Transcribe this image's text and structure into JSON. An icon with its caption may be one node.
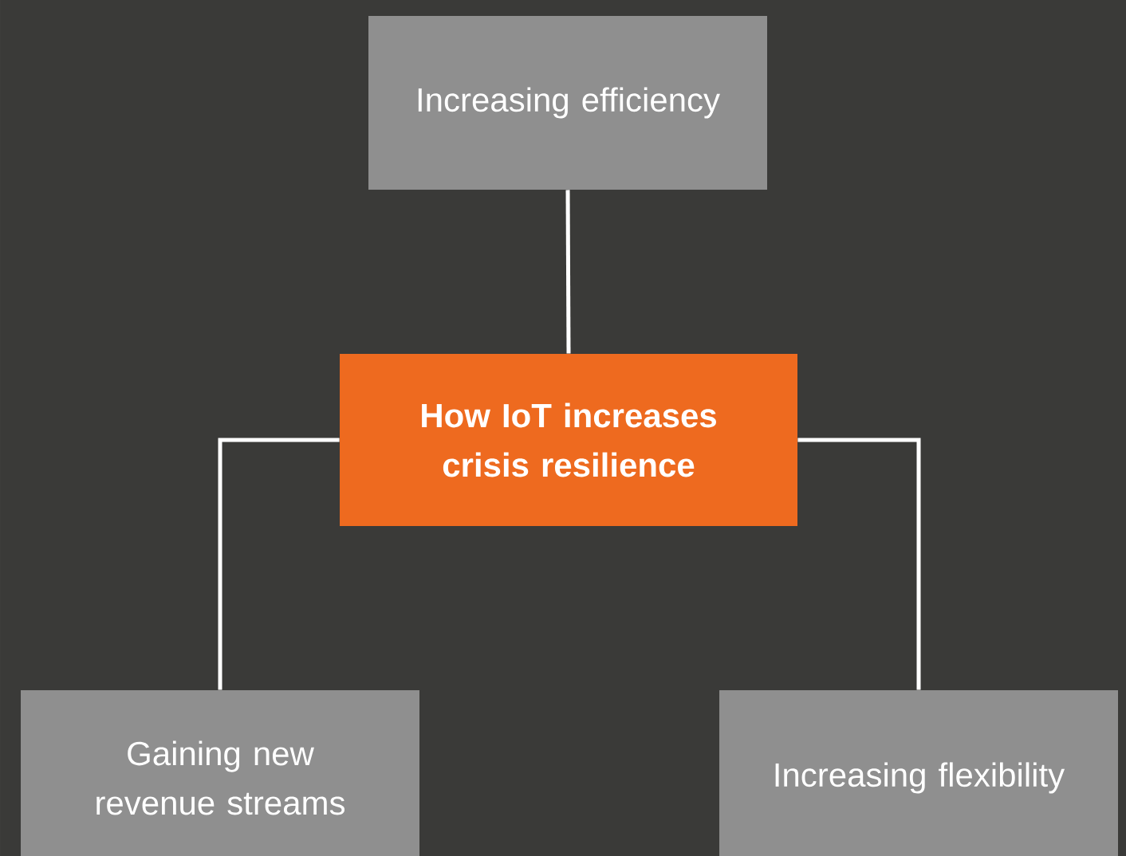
{
  "diagram": {
    "nodes": [
      {
        "text": [
          "Increasing efficiency"
        ]
      },
      {
        "text": [
          "How IoT increases crisis resilience"
        ]
      },
      {
        "text": [
          "Gaining new revenue streams"
        ]
      },
      {
        "text": [
          "Increasing flexibility"
        ]
      }
    ],
    "edges": [
      {
        "from": 1,
        "to": 0,
        "arrow": "none"
      },
      {
        "from": 1,
        "to": 2,
        "arrow": "none"
      },
      {
        "from": 1,
        "to": 3,
        "arrow": "none"
      }
    ]
  }
}
